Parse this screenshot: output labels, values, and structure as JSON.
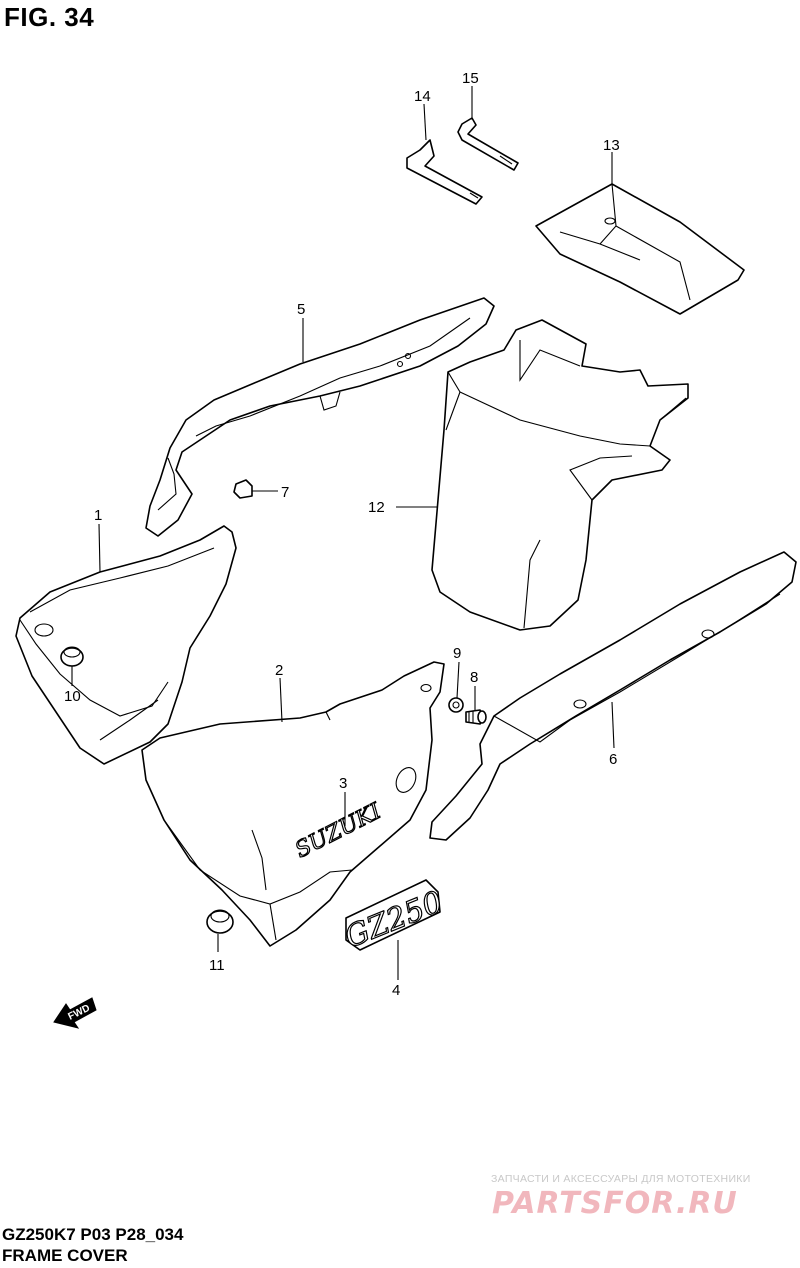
{
  "figure": {
    "title": "FIG. 34",
    "code": "GZ250K7 P03 P28_034",
    "name": "FRAME COVER"
  },
  "emblems": {
    "suzuki": "SUZUKI",
    "model": "GZ250",
    "fwd": "FWD"
  },
  "watermark": {
    "caption": "ЗАПЧАСТИ И АКСЕССУАРЫ ДЛЯ МОТОТЕХНИКИ",
    "brand": "PARTSFOR.RU"
  },
  "callouts": {
    "p1": "1",
    "p2": "2",
    "p3": "3",
    "p4": "4",
    "p5": "5",
    "p6": "6",
    "p7": "7",
    "p8": "8",
    "p9": "9",
    "p10": "10",
    "p11": "11",
    "p12": "12",
    "p13": "13",
    "p14": "14",
    "p15": "15"
  }
}
